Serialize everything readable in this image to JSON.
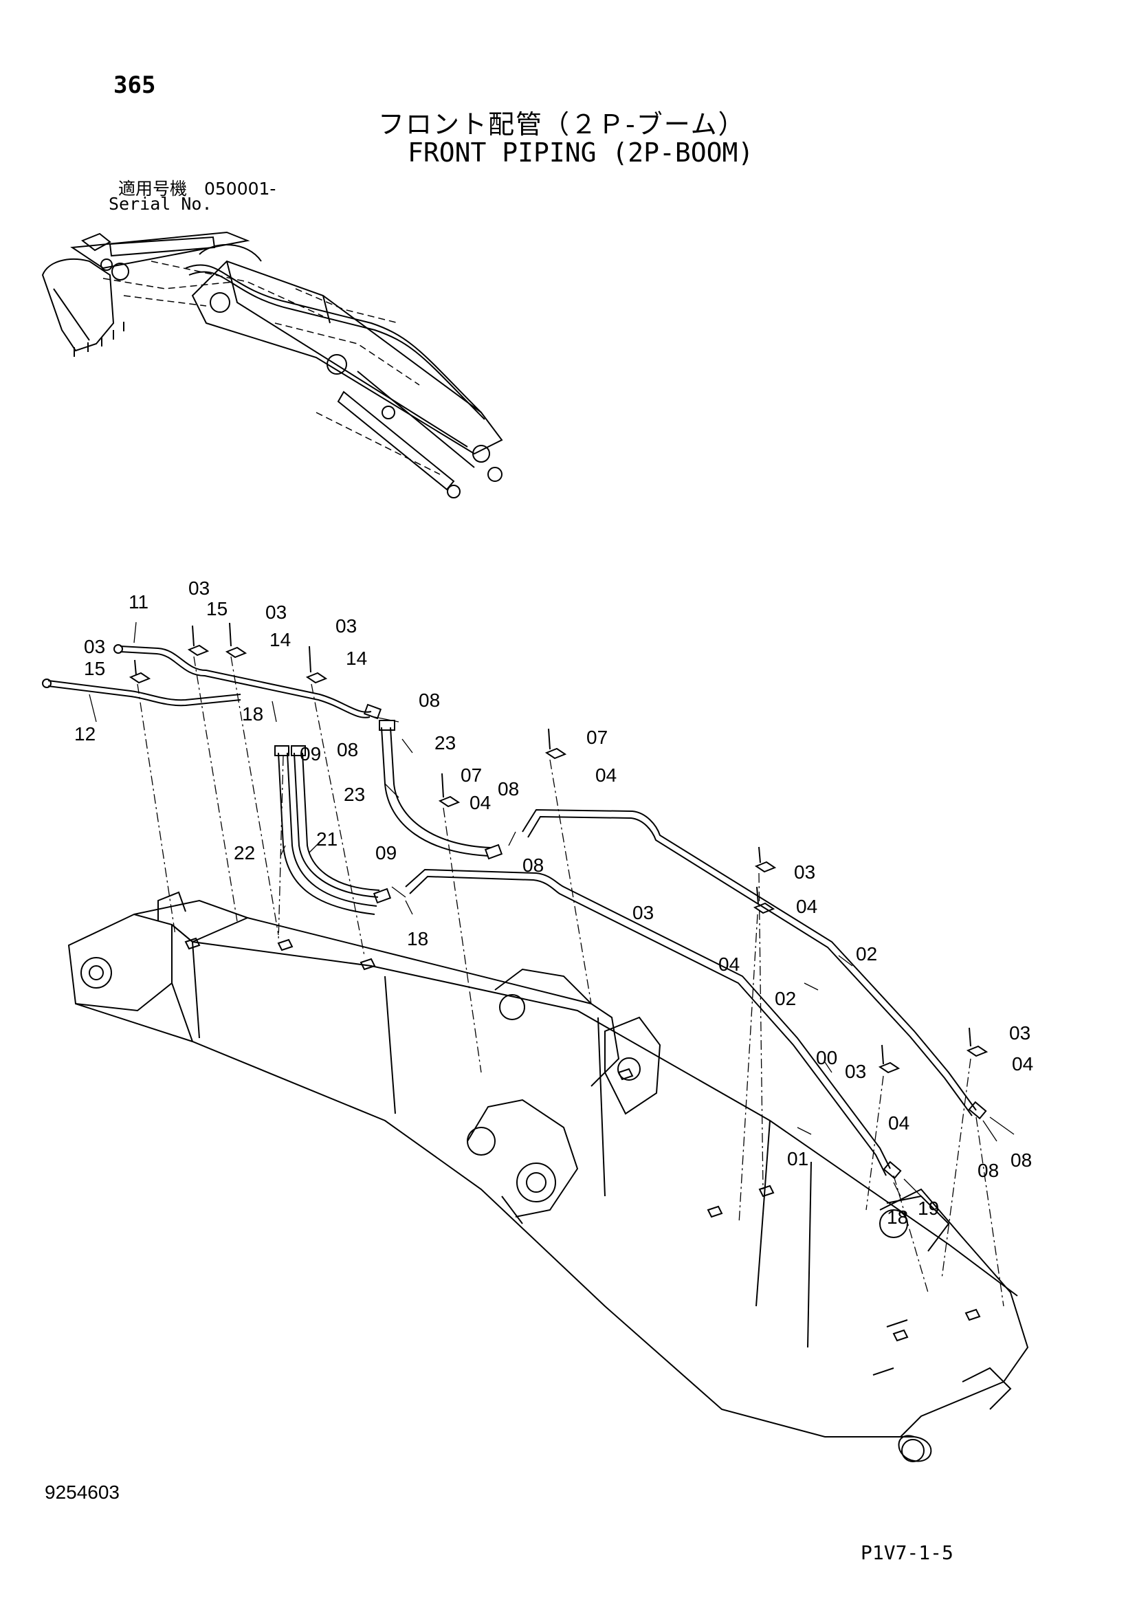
{
  "header": {
    "page_number": "365",
    "title_jp": "フロント配管（２Ｐ-ブーム）",
    "title_en": "FRONT PIPING (2P-BOOM)",
    "serial_jp": "適用号機　050001-",
    "serial_en": "Serial No."
  },
  "footer": {
    "drawing_number": "9254603",
    "page_code": "P1V7-1-5"
  },
  "callouts": [
    "00",
    "01",
    "02",
    "03",
    "04",
    "07",
    "08",
    "09",
    "11",
    "12",
    "14",
    "15",
    "18",
    "19",
    "21",
    "22",
    "23"
  ]
}
